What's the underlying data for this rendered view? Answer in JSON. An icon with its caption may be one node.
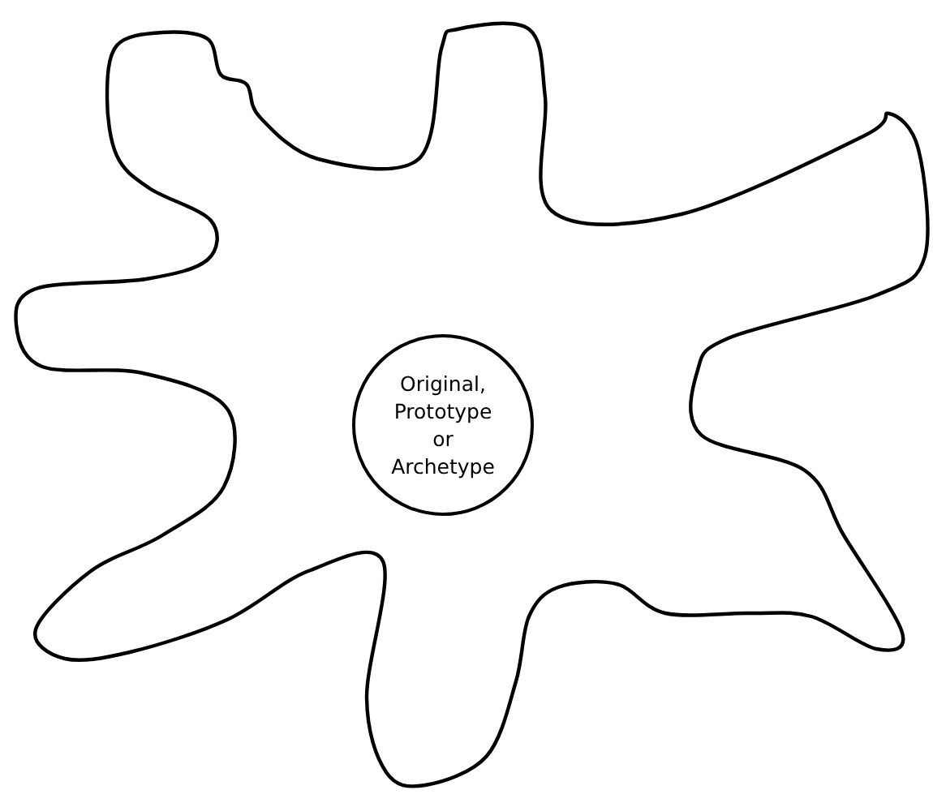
{
  "diagram": {
    "nodes": [
      {
        "text": [],
        "shape": "blob"
      },
      {
        "text": [
          "Original, Prototype or Archetype"
        ],
        "in": 0
      }
    ]
  }
}
